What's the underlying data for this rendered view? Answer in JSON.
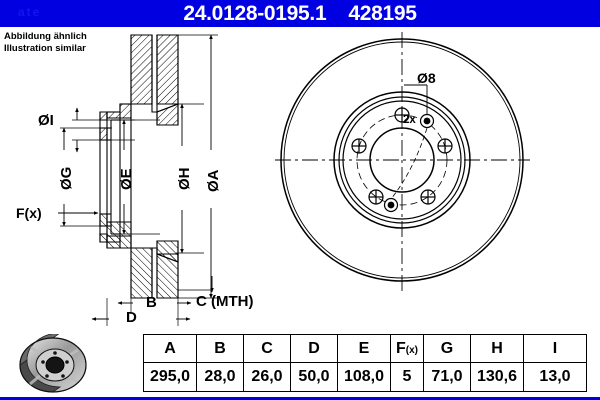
{
  "header": {
    "part_number": "24.0128-0195.1",
    "reference_number": "428195",
    "watermark": "ate",
    "background_color": "#0000e0",
    "text_color": "#ffffff"
  },
  "notes": {
    "line_de": "Abbildung ähnlich",
    "line_en": "Illustration similar"
  },
  "section_view": {
    "labels": {
      "dia_i": "ØI",
      "dia_g": "ØG",
      "dia_e": "ØE",
      "dia_h": "ØH",
      "dia_a": "ØA",
      "fx": "F(x)",
      "b": "B",
      "c": "C (MTH)",
      "d": "D"
    }
  },
  "face_view": {
    "labels": {
      "hole_dia": "Ø8",
      "hole_count": "2x"
    },
    "bolt_holes": 5,
    "threaded_holes": 2
  },
  "thumbnail": {
    "caption": "brake-disc-photo"
  },
  "spec_table": {
    "headers": [
      "A",
      "B",
      "C",
      "D",
      "E",
      "F(x)",
      "G",
      "H",
      "I"
    ],
    "f_label_main": "F",
    "f_label_sub": "(x)",
    "values": [
      "295,0",
      "28,0",
      "26,0",
      "50,0",
      "108,0",
      "5",
      "71,0",
      "130,6",
      "13,0"
    ]
  }
}
